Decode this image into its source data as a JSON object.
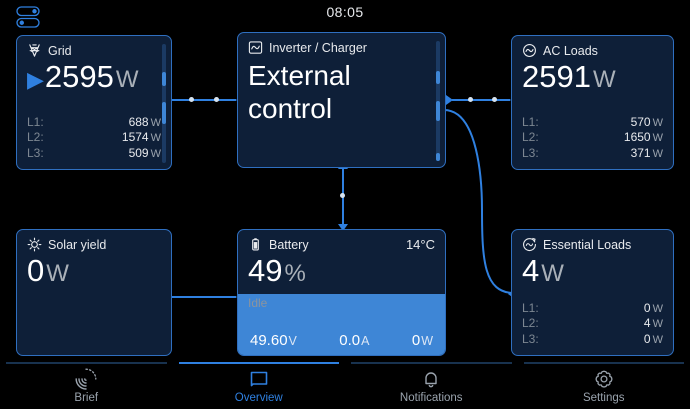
{
  "statusbar": {
    "time": "08:05",
    "toggles_icon": "two-toggle-switches-icon"
  },
  "panels": {
    "grid": {
      "title": "Grid",
      "icon": "grid-pylon-icon",
      "direction_arrow": "▶",
      "value": "2595",
      "unit": "W",
      "phases": [
        {
          "label": "L1:",
          "value": "688",
          "unit": "W"
        },
        {
          "label": "L2:",
          "value": "1574",
          "unit": "W"
        },
        {
          "label": "L3:",
          "value": "509",
          "unit": "W"
        }
      ]
    },
    "inverter": {
      "title": "Inverter / Charger",
      "icon": "inverter-icon",
      "state_line1": "External",
      "state_line2": "control"
    },
    "ac_loads": {
      "title": "AC Loads",
      "icon": "ac-waveform-icon",
      "value": "2591",
      "unit": "W",
      "phases": [
        {
          "label": "L1:",
          "value": "570",
          "unit": "W"
        },
        {
          "label": "L2:",
          "value": "1650",
          "unit": "W"
        },
        {
          "label": "L3:",
          "value": "371",
          "unit": "W"
        }
      ]
    },
    "solar": {
      "title": "Solar yield",
      "icon": "sun-icon",
      "value": "0",
      "unit": "W"
    },
    "battery": {
      "title": "Battery",
      "icon": "battery-icon",
      "temperature": "14°C",
      "soc_value": "49",
      "soc_unit": "%",
      "soc_percent": 49,
      "state": "Idle",
      "voltage": "49.60",
      "voltage_unit": "V",
      "current": "0.0",
      "current_unit": "A",
      "power": "0",
      "power_unit": "W",
      "fill_color": "#3e86d6"
    },
    "essential_loads": {
      "title": "Essential Loads",
      "icon": "essential-loads-icon",
      "value": "4",
      "unit": "W",
      "phases": [
        {
          "label": "L1:",
          "value": "0",
          "unit": "W"
        },
        {
          "label": "L2:",
          "value": "4",
          "unit": "W"
        },
        {
          "label": "L3:",
          "value": "0",
          "unit": "W"
        }
      ]
    }
  },
  "navbar": {
    "items": [
      {
        "label": "Brief",
        "icon": "brief-radial-icon",
        "active": false
      },
      {
        "label": "Overview",
        "icon": "overview-square-icon",
        "active": true
      },
      {
        "label": "Notifications",
        "icon": "bell-icon",
        "active": false
      },
      {
        "label": "Settings",
        "icon": "gear-icon",
        "active": false
      }
    ]
  },
  "theme": {
    "accent": "#2f80e0",
    "panel_bg": "#0e1f38",
    "page_bg": "#000000",
    "text": "#e8eaed",
    "muted": "#7d8792"
  }
}
